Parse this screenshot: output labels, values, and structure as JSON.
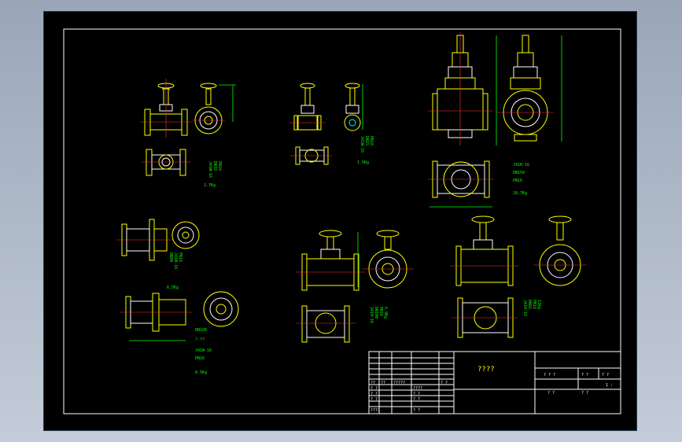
{
  "title_block": {
    "main_title": "????",
    "cells": {
      "r1c1": "??",
      "r1c2": "??",
      "r1c3": "?????",
      "r1c4": "? ?",
      "r2c1": "? ?",
      "r2c2": "????",
      "r3c1": "? ?",
      "r3c2": "? ?",
      "r4c1": "? ?",
      "r4c2": "? ?",
      "r5c1": "????",
      "r5c2": "? ?",
      "right_top1": "? ? ?",
      "right_top2": "? ?",
      "right_top3": "? ?",
      "right_top4": "1 :",
      "right_mid1": "? ?",
      "right_mid2": "? ?"
    }
  },
  "spec_notes": {
    "n1": [
      "J41W-16",
      "DN32",
      "PN16",
      "2.7Kg"
    ],
    "n2": [
      "J41W-16",
      "DN15",
      "PN16",
      "1.5Kg"
    ],
    "n3": [
      "J41H-16",
      "DN150",
      "PN16",
      "28.7Kg"
    ],
    "n4": [
      "DN80",
      "J41W-16",
      "PN16",
      "6.5Kg"
    ],
    "n5": [
      "J41H-16",
      "DN100",
      "PN16",
      "6.9Kg"
    ],
    "n6": [
      "J41H-16",
      "DN65",
      "PN16",
      "11Kg"
    ],
    "n7": [
      "DN100",
      "?-??",
      "J41W-16",
      "PN16",
      "8.5Kg"
    ]
  },
  "colors": {
    "outline": "#ffffff",
    "part": "#ffff00",
    "dimension": "#00ff00",
    "center": "#ff3030",
    "frame": "#00ffff"
  }
}
